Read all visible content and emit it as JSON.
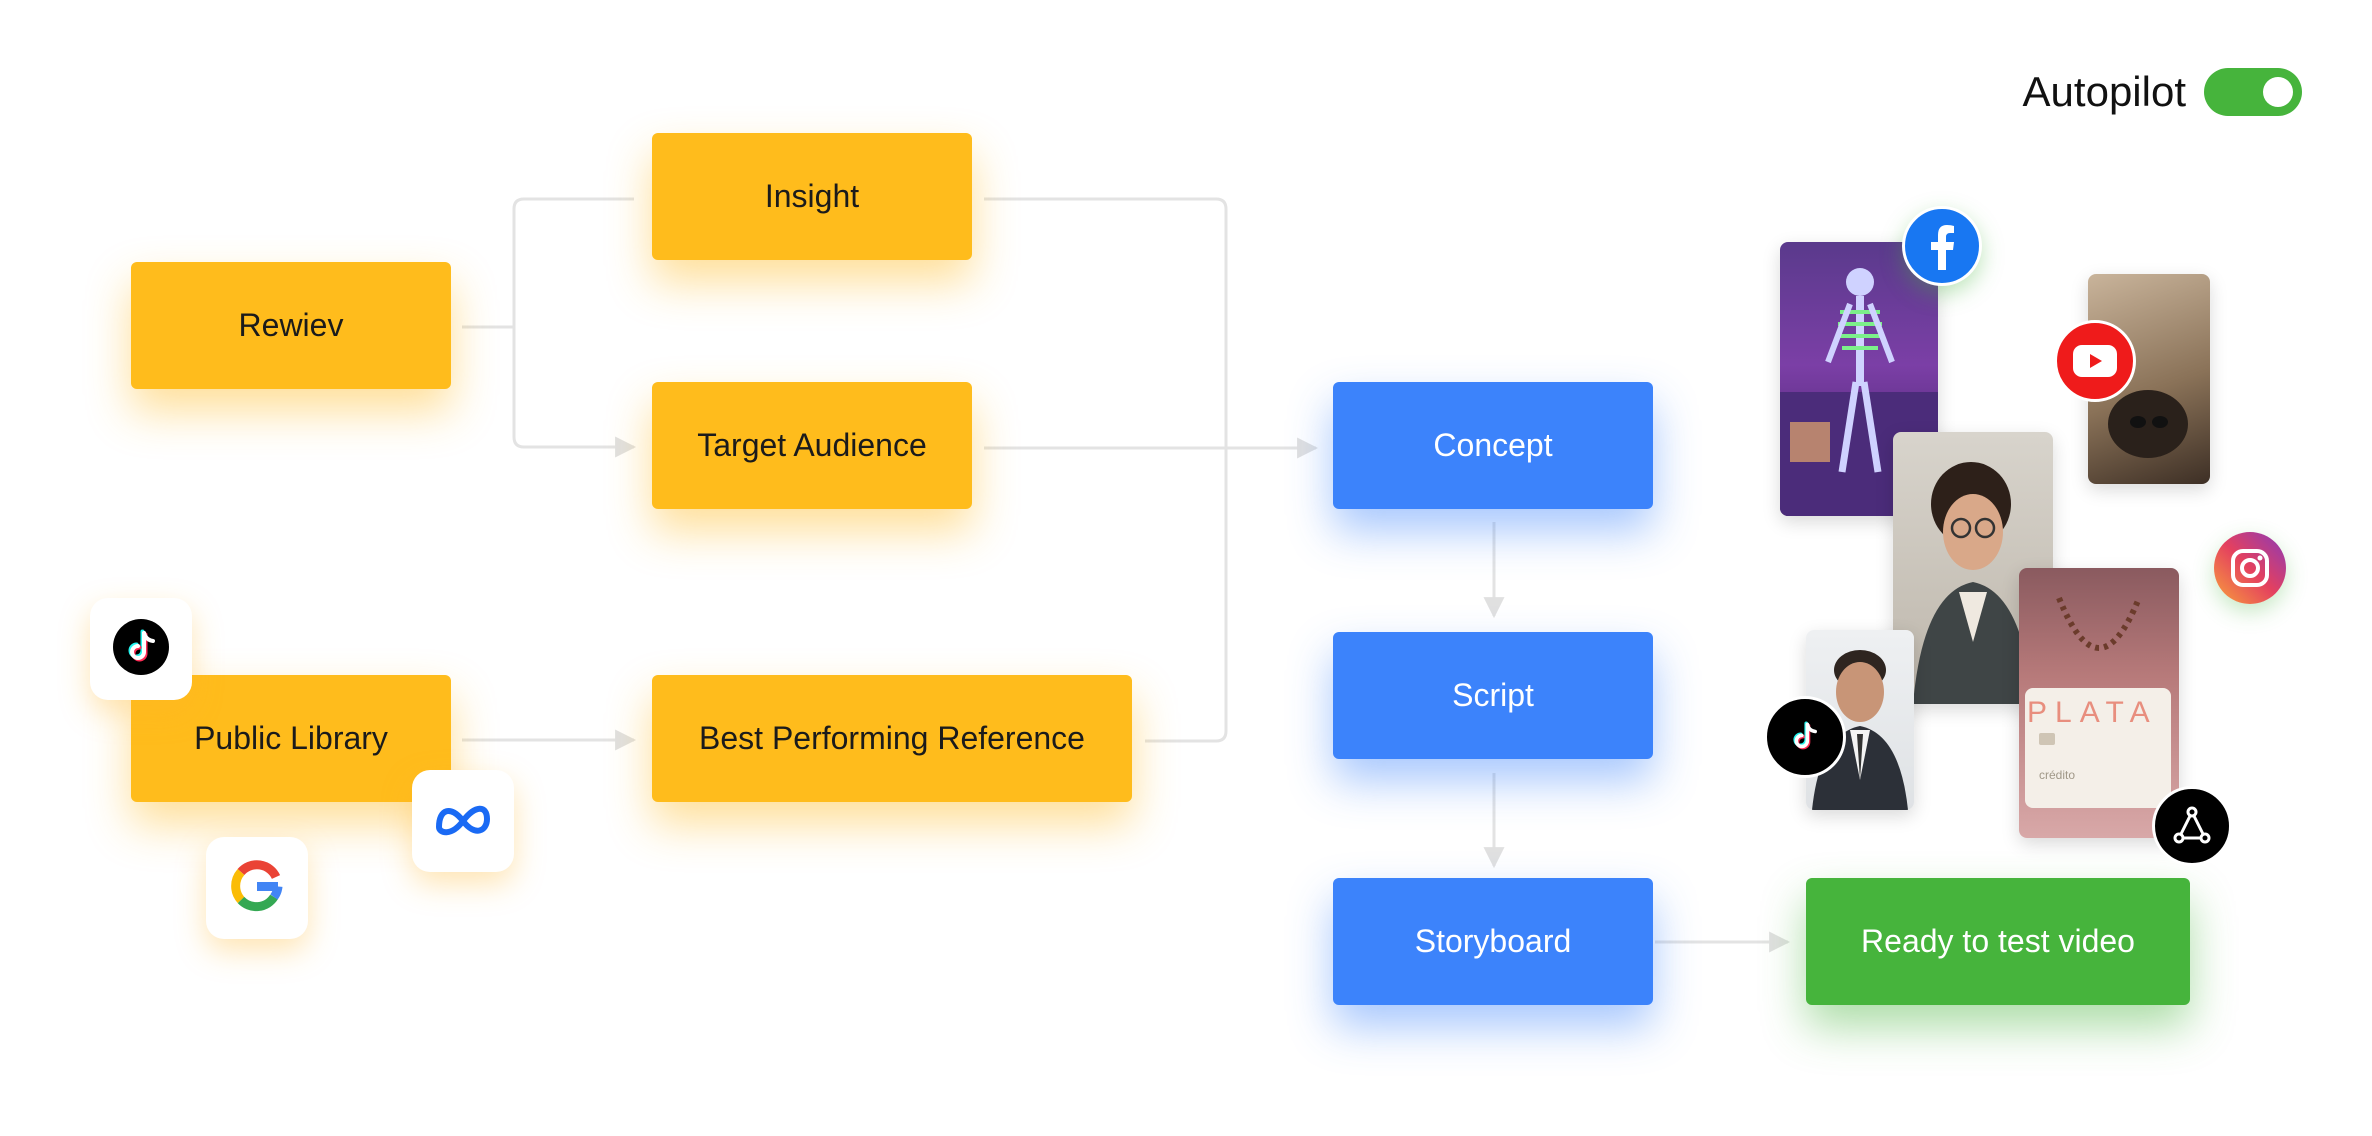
{
  "autopilot": {
    "label": "Autopilot",
    "enabled": true
  },
  "nodes": {
    "rewiev": "Rewiev",
    "insight": "Insight",
    "target_audience": "Target Audience",
    "public_library": "Public Library",
    "best_performing_reference": "Best Performing Reference",
    "concept": "Concept",
    "script": "Script",
    "storyboard": "Storyboard",
    "ready_to_test_video": "Ready to test video"
  },
  "colors": {
    "input_stage": "#FFBC1C",
    "creative_stage": "#3C83FB",
    "output_stage": "#46B43C",
    "connector": "#E2E2E2"
  },
  "source_icons": [
    "tiktok-icon",
    "meta-icon",
    "google-icon"
  ],
  "channel_icons": [
    "facebook-icon",
    "youtube-icon",
    "instagram-icon",
    "tiktok-icon",
    "ad-network-icon"
  ],
  "thumbnail_texts": {
    "card_brand": "PLATA",
    "card_label": "crédito"
  }
}
